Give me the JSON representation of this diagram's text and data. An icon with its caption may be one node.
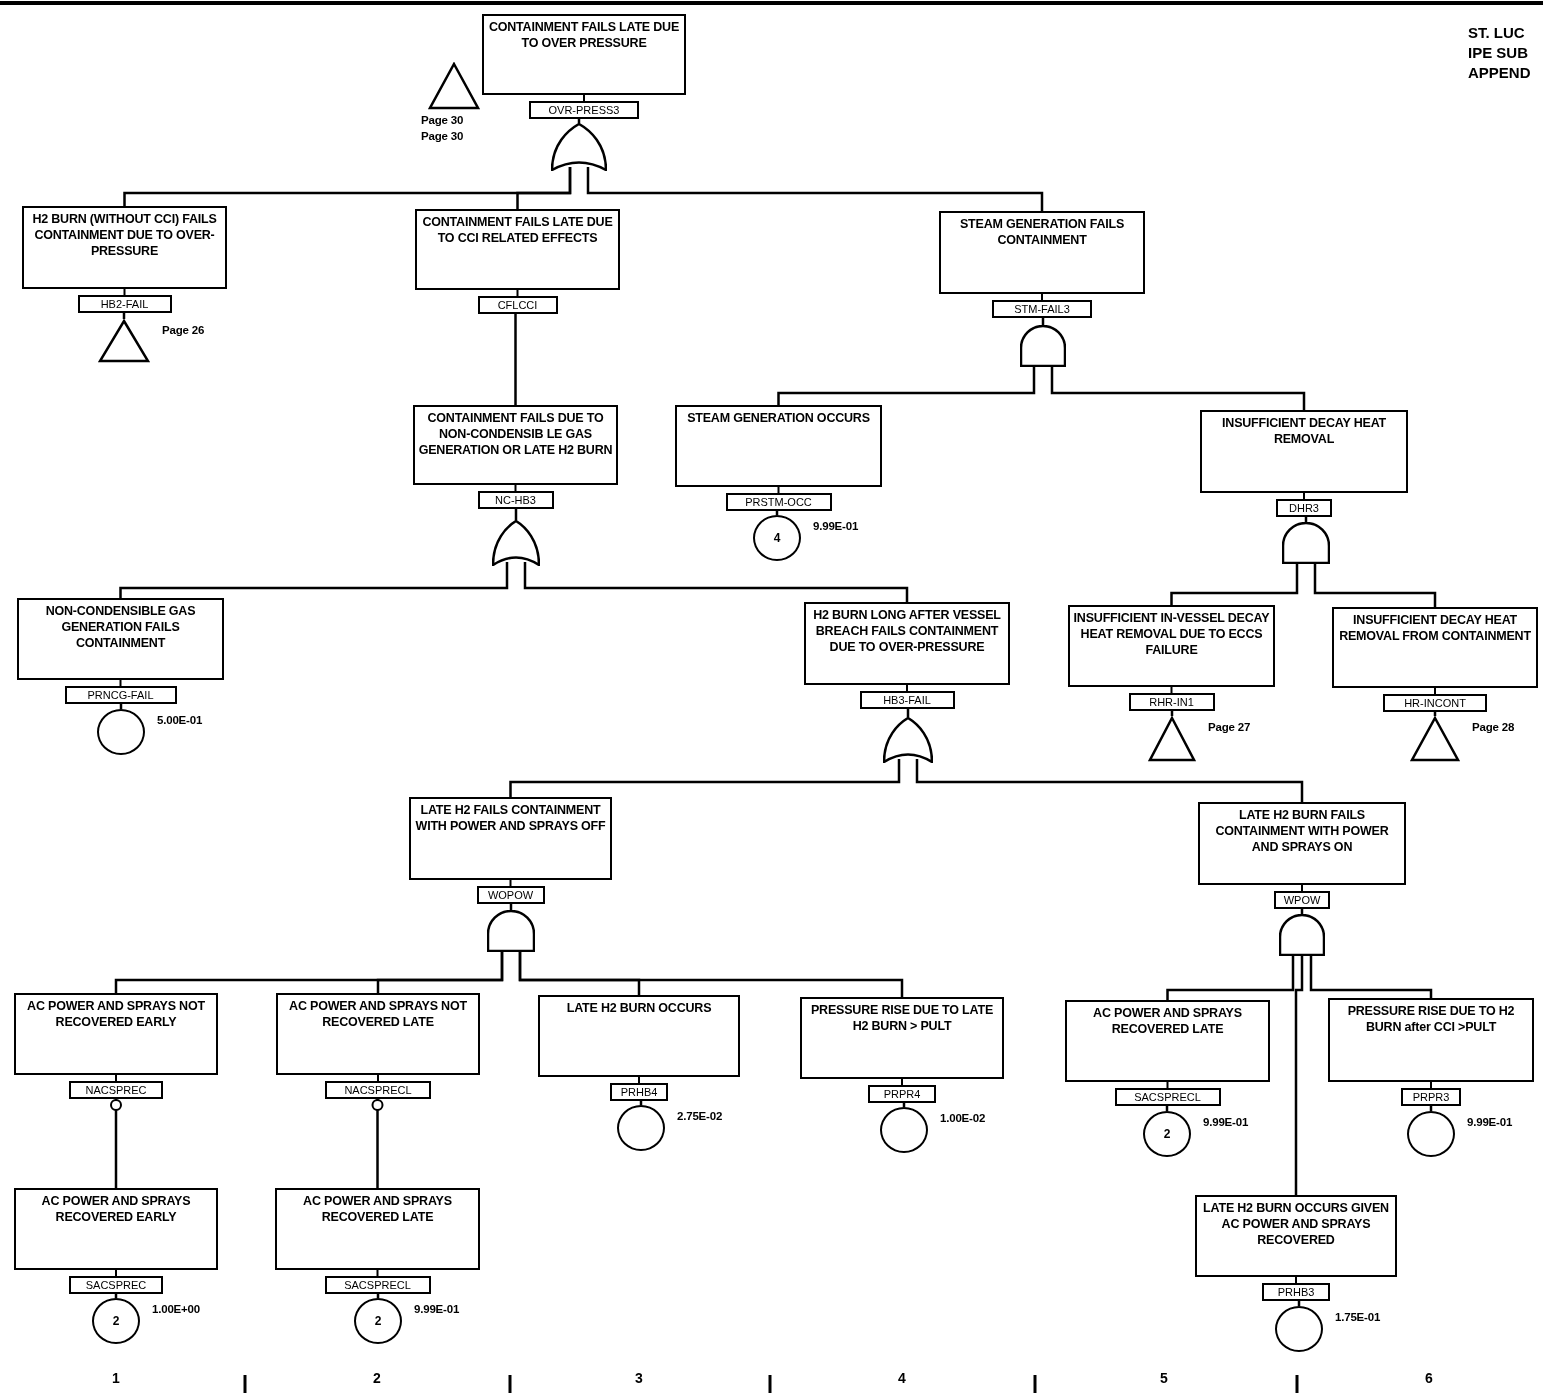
{
  "diagram": {
    "nodes": [
      {
        "text": [
          "CONTAINMENT FAILS LATE DUE TO OVER PRESSURE",
          "OVR-PRESS3"
        ]
      },
      {
        "text": [],
        "shape": "triangle",
        "beside": [
          "Page 30",
          "Page 30"
        ]
      },
      {
        "text": [],
        "shape": "or-gate"
      },
      {
        "text": [
          "H2 BURN (WITHOUT CCI) FAILS CONTAINMENT DUE TO OVER-PRESSURE",
          "HB2-FAIL"
        ]
      },
      {
        "text": [],
        "shape": "triangle",
        "beside": [
          "Page 26"
        ]
      },
      {
        "text": [
          "CONTAINMENT FAILS LATE DUE TO CCI RELATED EFFECTS",
          "CFLCCI"
        ]
      },
      {
        "text": [
          "CONTAINMENT FAILS DUE TO NON-CONDENSIB LE GAS GENERATION OR LATE H2 BURN",
          "NC-HB3"
        ]
      },
      {
        "text": [],
        "shape": "or-gate"
      },
      {
        "text": [
          "NON-CONDENSIBLE GAS GENERATION FAILS CONTAINMENT",
          "PRNCG-FAIL"
        ]
      },
      {
        "text": [],
        "shape": "circle",
        "beside": [
          "5.00E-01"
        ]
      },
      {
        "text": [
          "H2 BURN LONG AFTER VESSEL BREACH FAILS CONTAINMENT DUE TO OVER-PRESSURE",
          "HB3-FAIL"
        ]
      },
      {
        "text": [],
        "shape": "or-gate"
      },
      {
        "text": [
          "LATE H2 FAILS CONTAINMENT WITH POWER AND SPRAYS OFF",
          "WOPOW"
        ]
      },
      {
        "text": [],
        "shape": "and-gate"
      },
      {
        "text": [
          "AC POWER AND SPRAYS NOT RECOVERED EARLY",
          "NACSPREC"
        ]
      },
      {
        "text": [
          "AC POWER AND SPRAYS NOT RECOVERED LATE",
          "NACSPRECL"
        ]
      },
      {
        "text": [
          "LATE H2 BURN OCCURS",
          "PRHB4"
        ]
      },
      {
        "text": [],
        "shape": "circle",
        "beside": [
          "2.75E-02"
        ]
      },
      {
        "text": [
          "PRESSURE RISE DUE TO LATE H2 BURN > PULT",
          "PRPR4"
        ]
      },
      {
        "text": [],
        "shape": "circle",
        "beside": [
          "1.00E-02"
        ]
      },
      {
        "text": [
          "AC POWER AND SPRAYS RECOVERED EARLY",
          "SACSPREC"
        ]
      },
      {
        "text": [
          "2"
        ],
        "beside": [
          "1.00E+00"
        ]
      },
      {
        "text": [
          "AC POWER AND SPRAYS RECOVERED LATE",
          "SACSPRECL"
        ]
      },
      {
        "text": [
          "2"
        ],
        "beside": [
          "9.99E-01"
        ]
      },
      {
        "text": [
          "STEAM GENERATION FAILS CONTAINMENT",
          "STM-FAIL3"
        ]
      },
      {
        "text": [],
        "shape": "and-gate"
      },
      {
        "text": [
          "STEAM GENERATION OCCURS",
          "PRSTM-OCC"
        ]
      },
      {
        "text": [
          "4"
        ],
        "beside": [
          "9.99E-01"
        ]
      },
      {
        "text": [
          "INSUFFICIENT DECAY HEAT REMOVAL",
          "DHR3"
        ]
      },
      {
        "text": [],
        "shape": "and-gate"
      },
      {
        "text": [
          "INSUFFICIENT IN-VESSEL DECAY HEAT REMOVAL DUE TO ECCS FAILURE",
          "RHR-IN1"
        ]
      },
      {
        "text": [],
        "shape": "triangle",
        "beside": [
          "Page 27"
        ]
      },
      {
        "text": [
          "INSUFFICIENT DECAY HEAT REMOVAL FROM CONTAINMENT",
          "HR-INCONT"
        ]
      },
      {
        "text": [],
        "shape": "triangle",
        "beside": [
          "Page 28"
        ]
      },
      {
        "text": [
          "LATE H2 BURN FAILS CONTAINMENT WITH POWER AND SPRAYS ON",
          "WPOW"
        ]
      },
      {
        "text": [],
        "shape": "and-gate"
      },
      {
        "text": [
          "AC POWER AND SPRAYS RECOVERED LATE",
          "SACSPRECL"
        ]
      },
      {
        "text": [
          "2"
        ],
        "beside": [
          "9.99E-01"
        ]
      },
      {
        "text": [
          "PRESSURE RISE DUE TO H2 BURN after CCI >PULT",
          "PRPR3"
        ]
      },
      {
        "text": [],
        "shape": "circle",
        "beside": [
          "9.99E-01"
        ]
      },
      {
        "text": [
          "LATE H2 BURN OCCURS GIVEN AC POWER AND SPRAYS RECOVERED",
          "PRHB3"
        ]
      },
      {
        "text": [],
        "shape": "circle",
        "beside": [
          "1.75E-01"
        ]
      }
    ],
    "edges": [
      {
        "from": 0,
        "to": 2,
        "arrow": "none"
      },
      {
        "from": 2,
        "to": 3,
        "arrow": "none"
      },
      {
        "from": 2,
        "to": 5,
        "arrow": "none"
      },
      {
        "from": 2,
        "to": 24,
        "arrow": "none"
      },
      {
        "from": 3,
        "to": 4,
        "arrow": "none"
      },
      {
        "from": 5,
        "to": 6,
        "arrow": "none"
      },
      {
        "from": 6,
        "to": 7,
        "arrow": "none"
      },
      {
        "from": 7,
        "to": 8,
        "arrow": "none"
      },
      {
        "from": 7,
        "to": 10,
        "arrow": "none"
      },
      {
        "from": 8,
        "to": 9,
        "arrow": "none"
      },
      {
        "from": 10,
        "to": 11,
        "arrow": "none"
      },
      {
        "from": 11,
        "to": 12,
        "arrow": "none"
      },
      {
        "from": 11,
        "to": 34,
        "arrow": "none"
      },
      {
        "from": 12,
        "to": 13,
        "arrow": "none"
      },
      {
        "from": 13,
        "to": 14,
        "arrow": "none"
      },
      {
        "from": 13,
        "to": 15,
        "arrow": "none"
      },
      {
        "from": 13,
        "to": 16,
        "arrow": "none"
      },
      {
        "from": 13,
        "to": 18,
        "arrow": "none"
      },
      {
        "from": 16,
        "to": 17,
        "arrow": "none"
      },
      {
        "from": 18,
        "to": 19,
        "arrow": "none"
      },
      {
        "from": 14,
        "to": 20,
        "arrow": "other"
      },
      {
        "from": 15,
        "to": 22,
        "arrow": "other"
      },
      {
        "from": 20,
        "to": 21,
        "arrow": "none"
      },
      {
        "from": 22,
        "to": 23,
        "arrow": "none"
      },
      {
        "from": 24,
        "to": 25,
        "arrow": "none"
      },
      {
        "from": 25,
        "to": 26,
        "arrow": "none"
      },
      {
        "from": 25,
        "to": 28,
        "arrow": "none"
      },
      {
        "from": 26,
        "to": 27,
        "arrow": "none"
      },
      {
        "from": 28,
        "to": 29,
        "arrow": "none"
      },
      {
        "from": 29,
        "to": 30,
        "arrow": "none"
      },
      {
        "from": 29,
        "to": 32,
        "arrow": "none"
      },
      {
        "from": 30,
        "to": 31,
        "arrow": "none"
      },
      {
        "from": 32,
        "to": 33,
        "arrow": "none"
      },
      {
        "from": 34,
        "to": 35,
        "arrow": "none"
      },
      {
        "from": 35,
        "to": 36,
        "arrow": "none"
      },
      {
        "from": 35,
        "to": 38,
        "arrow": "none"
      },
      {
        "from": 35,
        "to": 40,
        "arrow": "none"
      },
      {
        "from": 36,
        "to": 37,
        "arrow": "none"
      },
      {
        "from": 38,
        "to": 39,
        "arrow": "none"
      },
      {
        "from": 40,
        "to": 41,
        "arrow": "none"
      }
    ],
    "labels": [
      "ST. LUC",
      "IPE SUB",
      "APPEND",
      "1",
      "2",
      "3",
      "4",
      "5",
      "6"
    ]
  }
}
